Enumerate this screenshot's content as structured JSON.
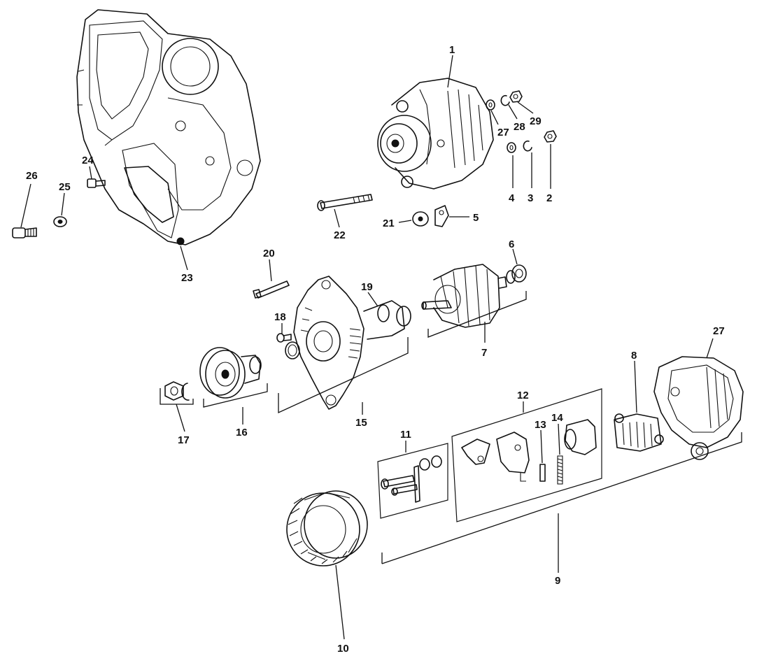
{
  "callouts": {
    "c1": "1",
    "c2": "2",
    "c3": "3",
    "c4": "4",
    "c5": "5",
    "c6": "6",
    "c7": "7",
    "c8": "8",
    "c9": "9",
    "c10": "10",
    "c11": "11",
    "c12": "12",
    "c13": "13",
    "c14": "14",
    "c15": "15",
    "c16": "16",
    "c17": "17",
    "c18": "18",
    "c19": "19",
    "c20": "20",
    "c21": "21",
    "c22": "22",
    "c23": "23",
    "c24": "24",
    "c25": "25",
    "c26": "26",
    "c27a": "27",
    "c27b": "27",
    "c28": "28",
    "c29": "29"
  }
}
